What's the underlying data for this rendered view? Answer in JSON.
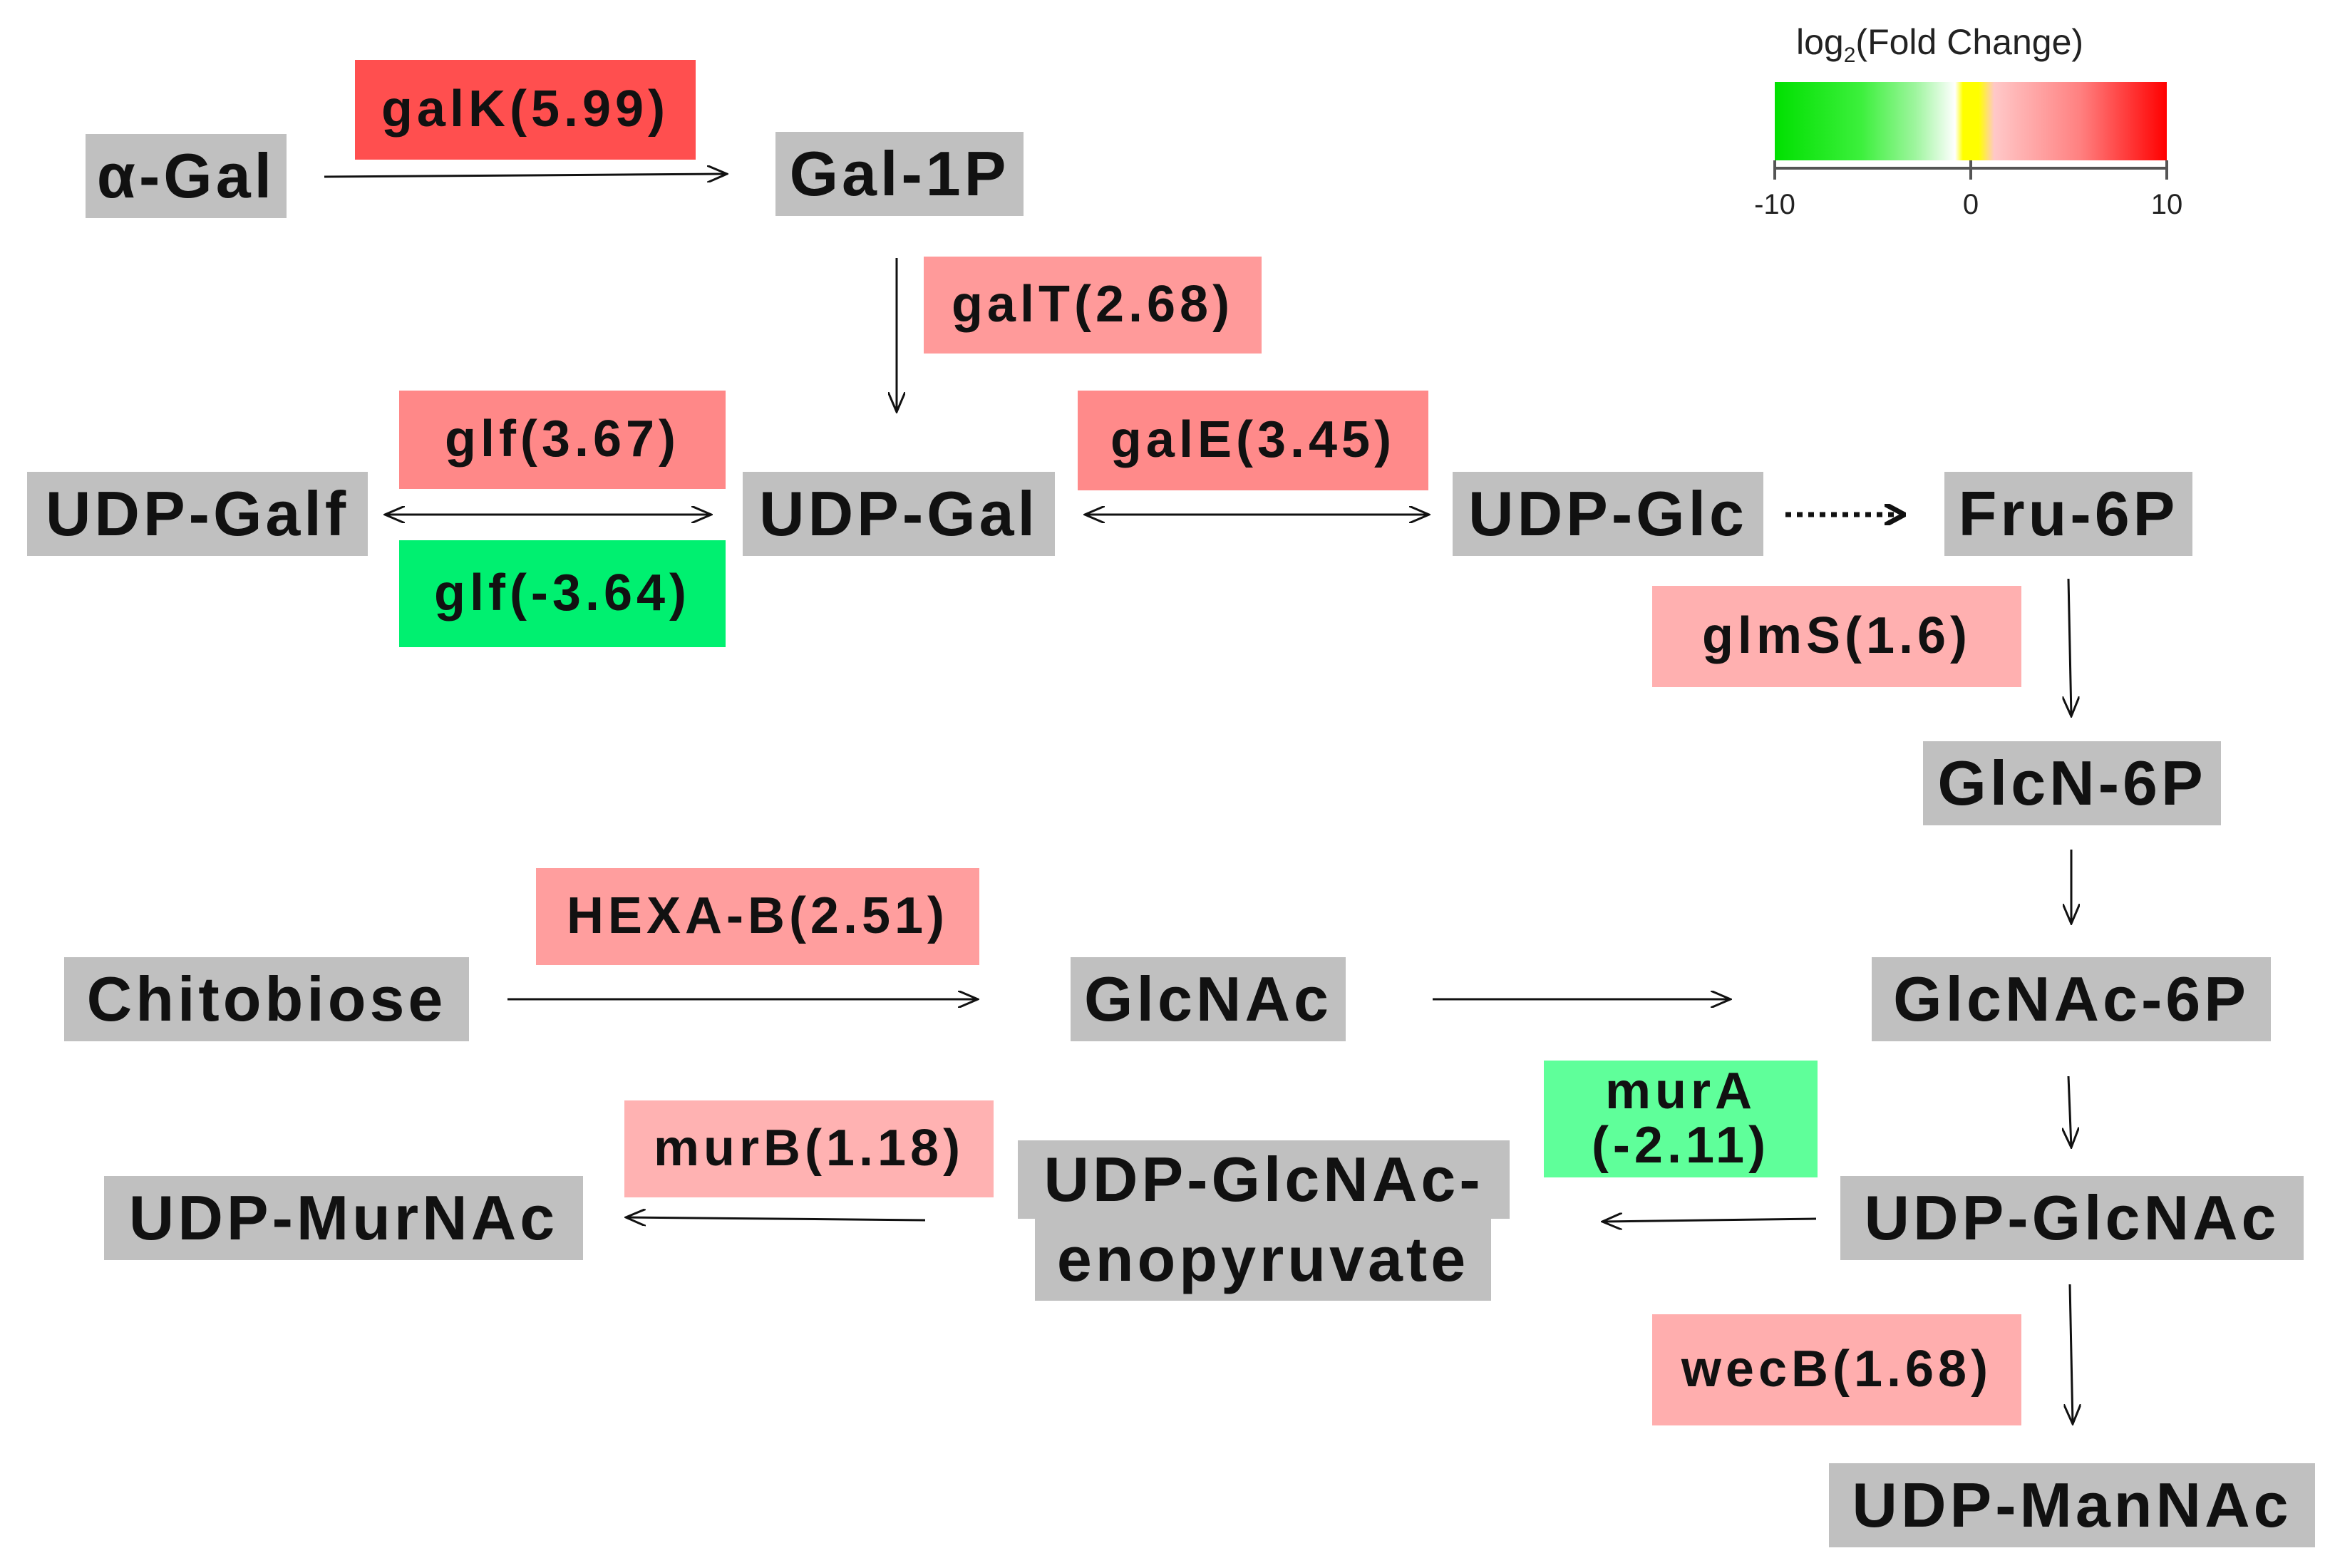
{
  "legend": {
    "title_prefix": "log",
    "title_sub": "2",
    "title_suffix": "(Fold Change)",
    "ticks": [
      "-10",
      "0",
      "10"
    ],
    "colors": {
      "low": "#00e000",
      "mid": "#ffff00",
      "high": "#ff0000"
    }
  },
  "metabolites": {
    "a_gal": "α-Gal",
    "gal_1p": "Gal-1P",
    "udp_galf": "UDP-Galf",
    "udp_gal": "UDP-Gal",
    "udp_glc": "UDP-Glc",
    "fru_6p": "Fru-6P",
    "glcn_6p": "GlcN-6P",
    "chitobiose": "Chitobiose",
    "glcnac": "GlcNAc",
    "glcnac_6p": "GlcNAc-6P",
    "udp_murnac": "UDP-MurNAc",
    "udp_glcnac_enopyruvate_line1": "UDP-GlcNAc-",
    "udp_glcnac_enopyruvate_line2": "enopyruvate",
    "udp_glcnac": "UDP-GlcNAc",
    "udp_mannac": "UDP-ManNAc"
  },
  "enzymes": {
    "galk": {
      "label": "galK(5.99)",
      "value": 5.99,
      "color": "#ff4f4f"
    },
    "galt": {
      "label": "galT(2.68)",
      "value": 2.68,
      "color": "#ff9a9a"
    },
    "glf_up": {
      "label": "glf(3.67)",
      "value": 3.67,
      "color": "#ff8888"
    },
    "glf_down": {
      "label": "glf(-3.64)",
      "value": -3.64,
      "color": "#00f070"
    },
    "gale": {
      "label": "galE(3.45)",
      "value": 3.45,
      "color": "#ff8a8a"
    },
    "glms": {
      "label": "glmS(1.6)",
      "value": 1.6,
      "color": "#ffb0b0"
    },
    "hexa_b": {
      "label": "HEXA-B(2.51)",
      "value": 2.51,
      "color": "#ff9e9e"
    },
    "mura_line1": "murA",
    "mura_line2": "(-2.11)",
    "mura": {
      "value": -2.11,
      "color": "#5fff9a"
    },
    "murb": {
      "label": "murB(1.18)",
      "value": 1.18,
      "color": "#ffb2b2"
    },
    "wecb": {
      "label": "wecB(1.68)",
      "value": 1.68,
      "color": "#ffaeae"
    }
  }
}
